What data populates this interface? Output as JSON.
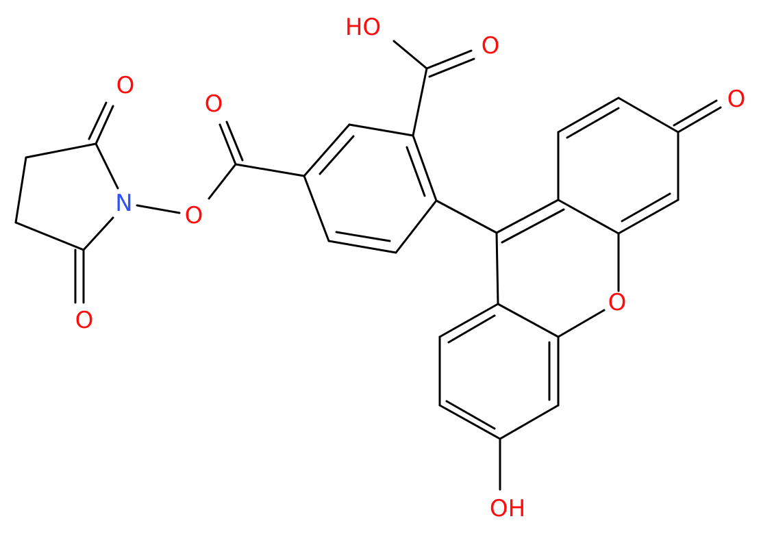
{
  "colors": {
    "bond": "#000000",
    "oxygen": "#ff0d0d",
    "nitrogen": "#3050f8",
    "background": "#ffffff"
  },
  "atoms": {
    "o_succ_top": "O",
    "o_succ_bottom": "O",
    "n_succ": "N",
    "o_ester_link": "O",
    "o_ester_carbonyl": "O",
    "oh_acid": "HO",
    "o_acid_carbonyl": "O",
    "o_quinone": "O",
    "o_xanthene": "O",
    "oh_phenol": "OH"
  }
}
